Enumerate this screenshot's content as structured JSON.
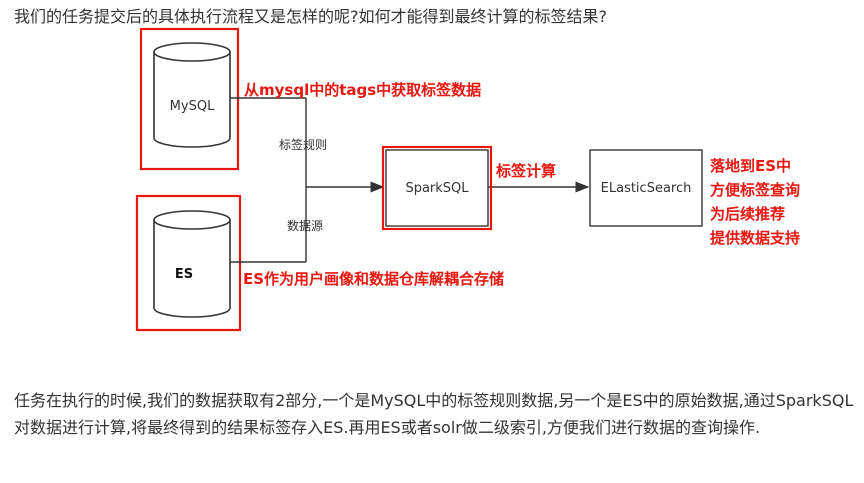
{
  "intro_text": "我们的任务提交后的具体执行流程又是怎样的呢?如何才能得到最终计算的标签结果?",
  "diagram": {
    "nodes": {
      "mysql": "MySQL",
      "es": "ES",
      "sparksql": "SparkSQL",
      "elasticsearch": "ELasticSearch"
    },
    "edge_labels": {
      "rules": "标签规则",
      "source": "数据源"
    },
    "annotations": {
      "mysql_note": "从mysql中的tags中获取标签数据",
      "es_note": "ES作为用户画像和数据仓库解耦合存储",
      "spark_note": "标签计算",
      "landing_lines": [
        "落地到ES中",
        "方便标签查询",
        "为后续推荐",
        "提供数据支持"
      ]
    },
    "colors": {
      "highlight": "#e8170f",
      "stroke": "#333333",
      "text": "#333333"
    }
  },
  "outro_text": "任务在执行的时候,我们的数据获取有2部分,一个是MySQL中的标签规则数据,另一个是ES中的原始数据,通过SparkSQL对数据进行计算,将最终得到的结果标签存入ES.再用ES或者solr做二级索引,方便我们进行数据的查询操作."
}
